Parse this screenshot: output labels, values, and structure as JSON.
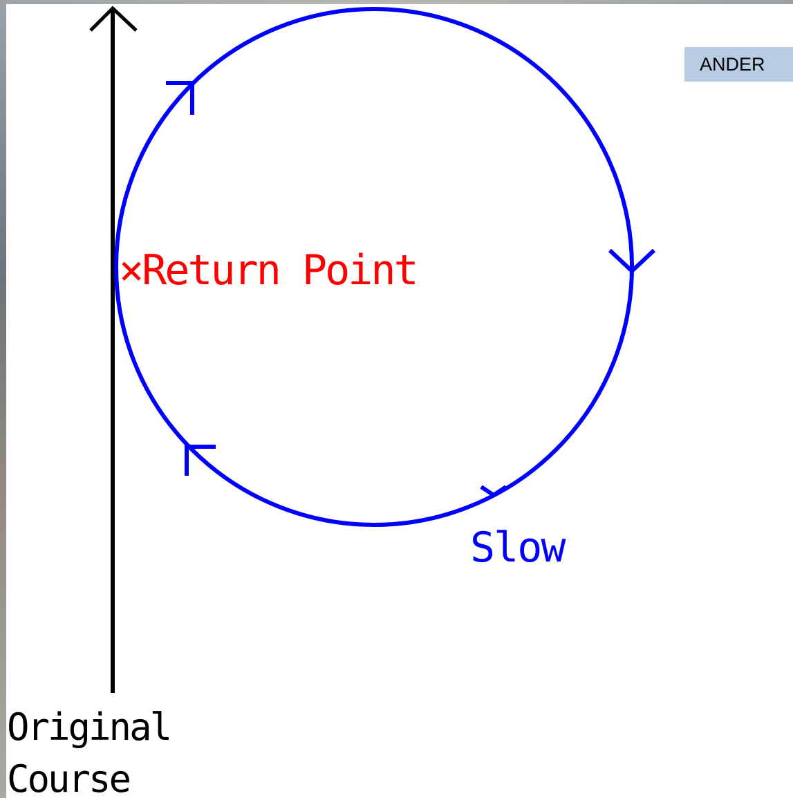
{
  "diagram": {
    "labels": {
      "return_point": "×Return Point",
      "slow": "Slow",
      "original_line1": "Original",
      "original_line2": "Course"
    },
    "badge": "ANDER",
    "colors": {
      "course_line": "#000000",
      "loop": "#0000ff",
      "return_point": "#ff0000",
      "badge_bg": "#b8cce4"
    },
    "icons": [
      "up-arrow-icon",
      "loop-arrow-icon"
    ]
  }
}
